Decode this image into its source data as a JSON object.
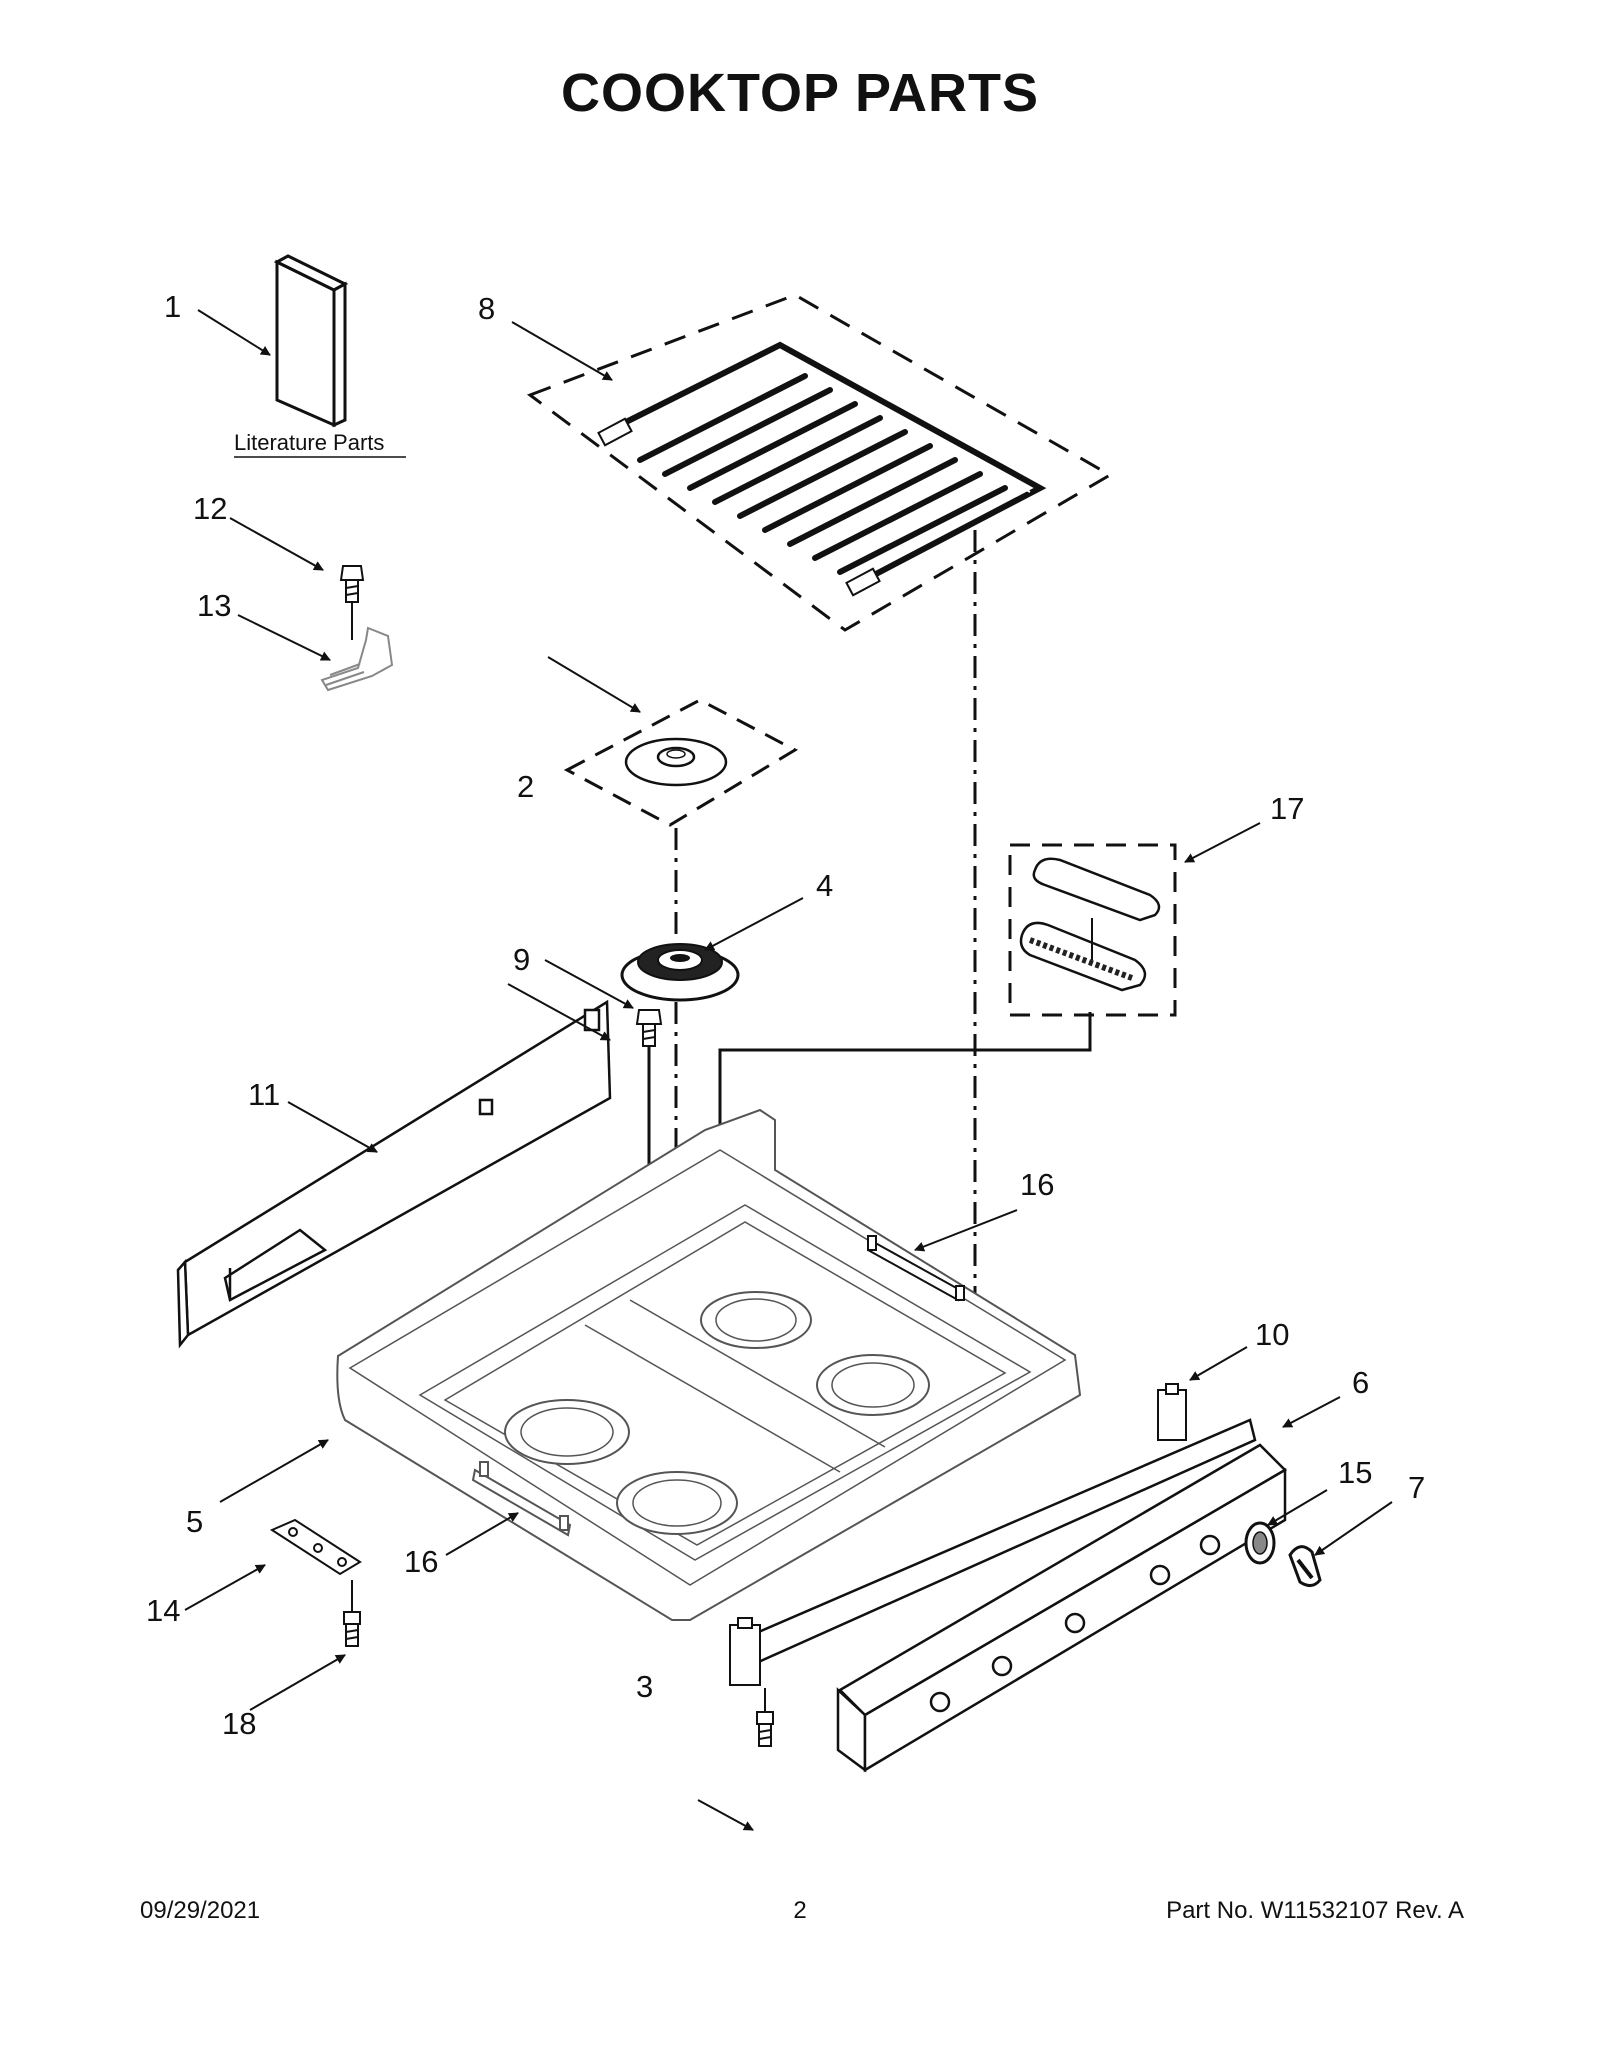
{
  "title": "COOKTOP  PARTS",
  "literature_label": "Literature Parts",
  "callouts": [
    {
      "id": "c1",
      "label": "1"
    },
    {
      "id": "c2",
      "label": "2"
    },
    {
      "id": "c3",
      "label": "3"
    },
    {
      "id": "c4",
      "label": "4"
    },
    {
      "id": "c5",
      "label": "5"
    },
    {
      "id": "c6",
      "label": "6"
    },
    {
      "id": "c7",
      "label": "7"
    },
    {
      "id": "c8",
      "label": "8"
    },
    {
      "id": "c9",
      "label": "9"
    },
    {
      "id": "c10",
      "label": "10"
    },
    {
      "id": "c11",
      "label": "11"
    },
    {
      "id": "c12",
      "label": "12"
    },
    {
      "id": "c13",
      "label": "13"
    },
    {
      "id": "c14",
      "label": "14"
    },
    {
      "id": "c15",
      "label": "15"
    },
    {
      "id": "c16a",
      "label": "16"
    },
    {
      "id": "c16b",
      "label": "16"
    },
    {
      "id": "c17",
      "label": "17"
    },
    {
      "id": "c18",
      "label": "18"
    }
  ],
  "footer": {
    "date": "09/29/2021",
    "page": "2",
    "part_number": "Part No.  W11532107  Rev.  A"
  }
}
